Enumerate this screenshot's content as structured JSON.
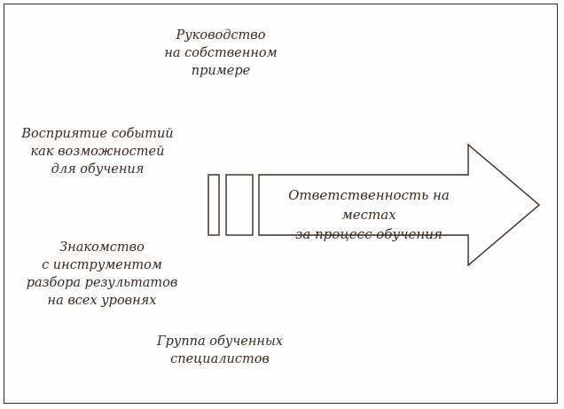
{
  "labels": {
    "leadership": "Руководство\nна собственном\nпримере",
    "perception": "Восприятие событий\nкак возможностей\nдля обучения",
    "familiarity": "Знакомство\nс инструментом\nразбора результатов\nна всех уровнях",
    "group": "Группа обученных\nспециалистов"
  },
  "arrow": {
    "text": "Ответственность на местах\nза процесс обучения"
  },
  "colors": {
    "ink": "#3a2a1f",
    "background": "#fdfdfd"
  }
}
